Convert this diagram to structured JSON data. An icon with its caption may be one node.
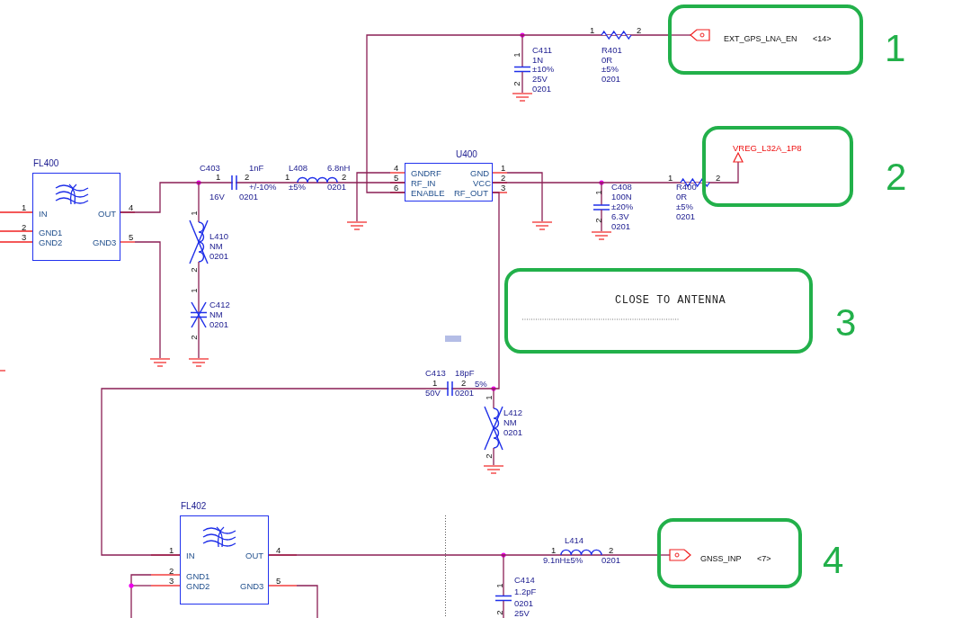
{
  "diagram": {
    "nodes": [
      {
        "text": [
          "EXT_GPS_LNA_EN",
          "<14>"
        ],
        "beside": [
          "1"
        ]
      },
      {
        "text": [
          "VREG_L32A_1P8"
        ],
        "beside": [
          "2"
        ]
      },
      {
        "text": [
          "FL400",
          "IN",
          "OUT",
          "GND1",
          "GND2",
          "GND3"
        ],
        "beside": [
          "1",
          "2",
          "3",
          "4",
          "5"
        ]
      },
      {
        "text": [
          "U400",
          "GNDRF",
          "RF_IN",
          "ENABLE",
          "GND",
          "VCC",
          "RF_OUT"
        ],
        "beside": [
          "4",
          "5",
          "6",
          "1",
          "2",
          "3"
        ]
      },
      {
        "text": [
          "CLOSE TO ANTENNA"
        ],
        "beside": [
          "3"
        ]
      },
      {
        "text": [
          "FL402",
          "IN",
          "OUT",
          "GND1",
          "GND2",
          "GND3"
        ],
        "beside": [
          "1",
          "2",
          "3",
          "4",
          "5"
        ]
      },
      {
        "text": [
          "GNSS_INP",
          "<7>"
        ],
        "beside": [
          "4"
        ]
      }
    ],
    "edges": [
      {
        "from": 2,
        "to": 3,
        "arrow": "none"
      },
      {
        "from": 3,
        "to": 0,
        "arrow": "none"
      },
      {
        "from": 3,
        "to": 1,
        "arrow": "none"
      },
      {
        "from": 3,
        "to": 5,
        "arrow": "none"
      },
      {
        "from": 5,
        "to": 6,
        "arrow": "none"
      }
    ],
    "labels": [
      "C411",
      "1N",
      "±10%",
      "25V",
      "0201",
      "1",
      "2",
      "1",
      "2",
      "R401",
      "0R",
      "±5%",
      "0201",
      "C403",
      "1nF",
      "1",
      "2",
      "16V",
      "+/-10%",
      "0201",
      "L408",
      "6.8nH",
      "1",
      "2",
      "±5%",
      "0201",
      "1",
      "2",
      "C408",
      "100N",
      "±20%",
      "6.3V",
      "0201",
      "1",
      "R400",
      "0R",
      "±5%",
      "0201",
      "2",
      "1",
      "2",
      "L410",
      "NM",
      "0201",
      "1",
      "C412",
      "NM",
      "0201",
      "2",
      "C413",
      "18pF",
      "1",
      "2",
      "5%",
      "50V",
      "0201",
      "1",
      "L412",
      "NM",
      "0201",
      "2",
      "L414",
      "1",
      "2",
      "9.1nH±5%",
      "0201",
      "C414",
      "1.2pF",
      "0201",
      "25V",
      "1",
      "2"
    ]
  }
}
